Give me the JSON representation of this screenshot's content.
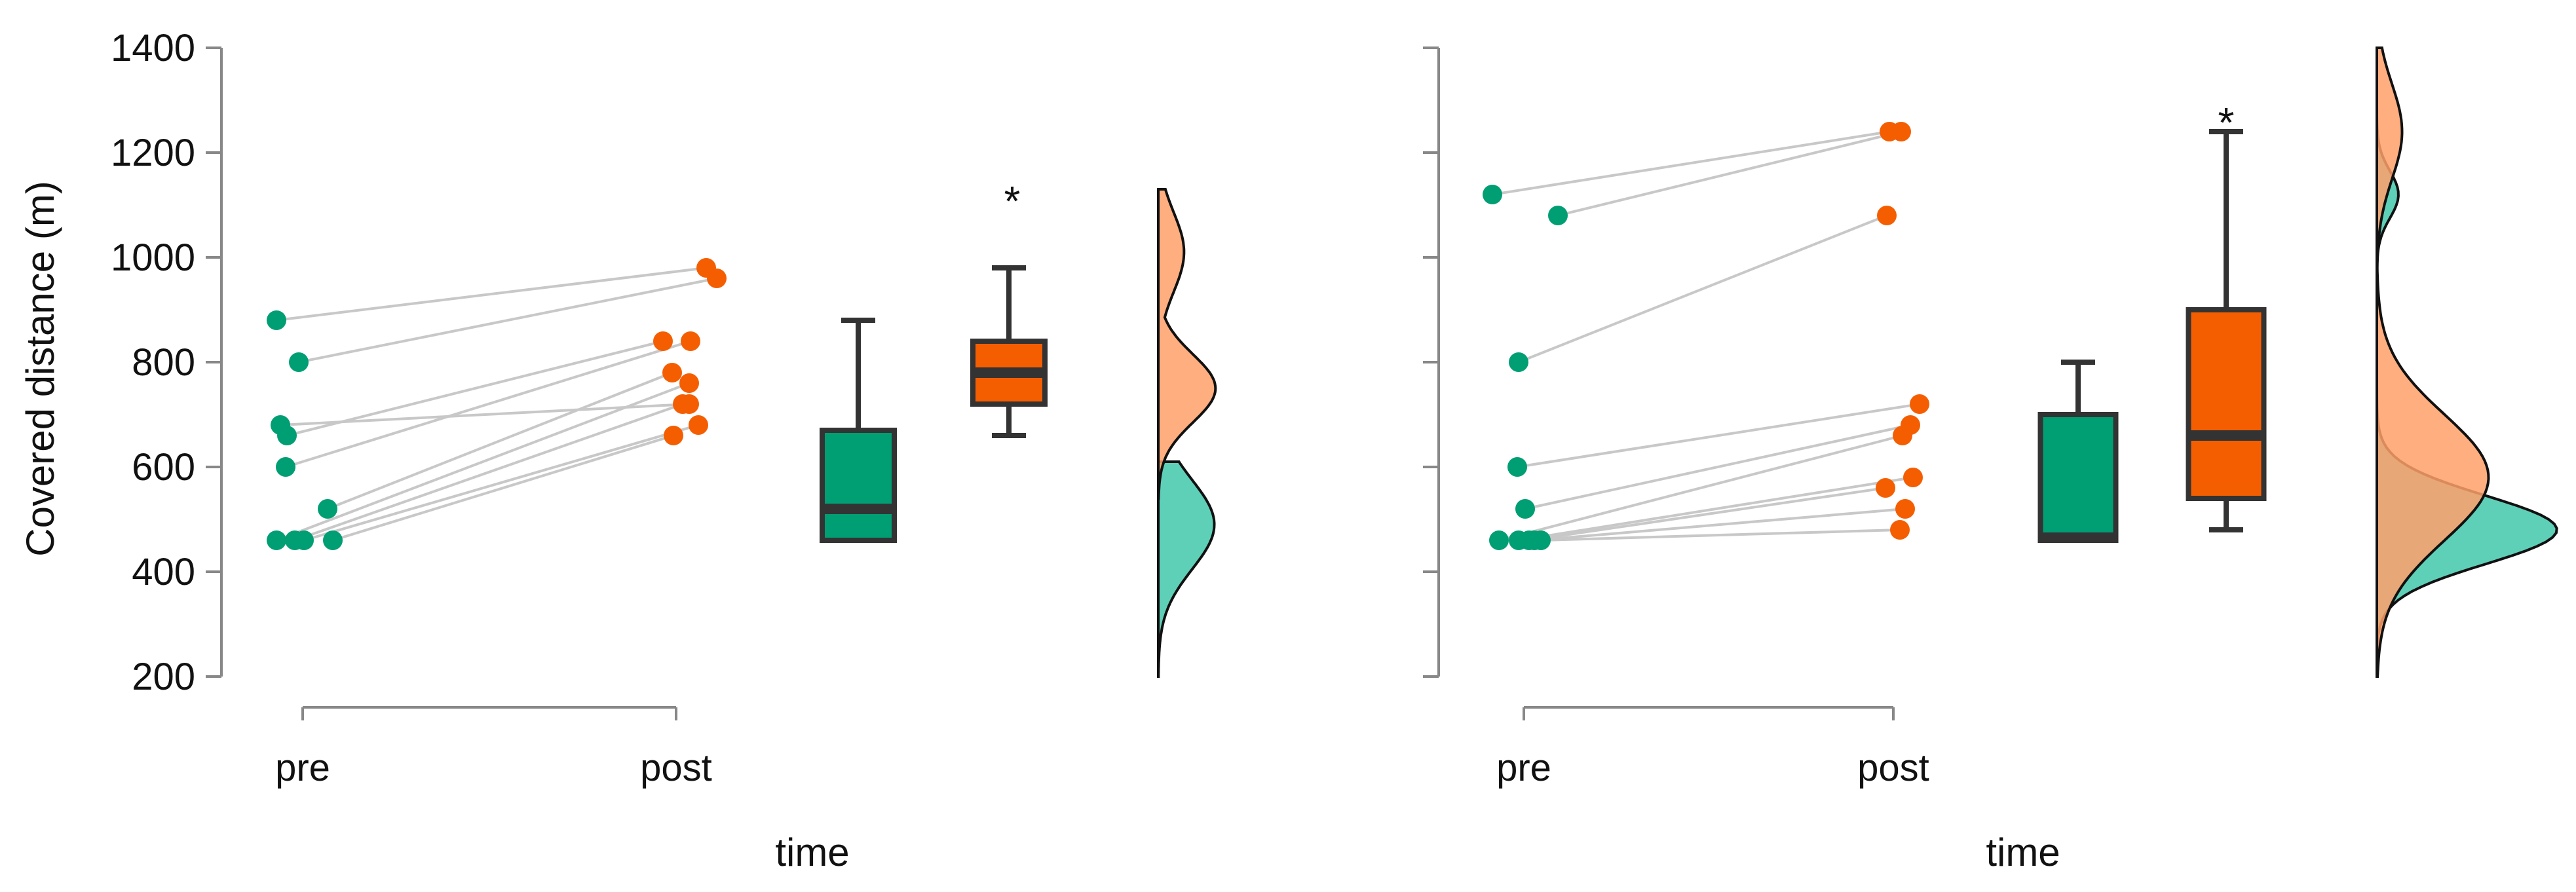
{
  "chart_data": {
    "type": "raincloud",
    "ylabel": "Covered distance (m)",
    "xlabel": "time",
    "ylim": [
      200,
      1400
    ],
    "yticks": [
      200,
      400,
      600,
      800,
      1000,
      1200,
      1400
    ],
    "categories": [
      "pre",
      "post"
    ],
    "colors": {
      "pre": "#009e73",
      "post": "#f55e00",
      "pre_density": "#5fd0b8",
      "post_density": "#ffa06a"
    },
    "significance_marker": "*",
    "panels": [
      {
        "pairs": [
          {
            "pre": 880,
            "post": 980
          },
          {
            "pre": 800,
            "post": 960
          },
          {
            "pre": 680,
            "post": 720
          },
          {
            "pre": 660,
            "post": 840
          },
          {
            "pre": 600,
            "post": 840
          },
          {
            "pre": 520,
            "post": 780
          },
          {
            "pre": 460,
            "post": 760
          },
          {
            "pre": 460,
            "post": 720
          },
          {
            "pre": 460,
            "post": 680
          },
          {
            "pre": 460,
            "post": 660
          }
        ],
        "boxes": {
          "pre": {
            "min": 460,
            "q1": 460,
            "median": 520,
            "q3": 670,
            "max": 880
          },
          "post": {
            "min": 660,
            "q1": 720,
            "median": 780,
            "q3": 840,
            "max": 980
          }
        },
        "star_value": 1130,
        "density": {
          "pre": {
            "low": 200,
            "high": 610,
            "peak": 490
          },
          "post": {
            "low": 540,
            "high": 1130,
            "peak": 750
          }
        }
      },
      {
        "pairs": [
          {
            "pre": 1120,
            "post": 1240
          },
          {
            "pre": 1080,
            "post": 1240
          },
          {
            "pre": 800,
            "post": 1080
          },
          {
            "pre": 600,
            "post": 720
          },
          {
            "pre": 520,
            "post": 680
          },
          {
            "pre": 460,
            "post": 660
          },
          {
            "pre": 460,
            "post": 580
          },
          {
            "pre": 460,
            "post": 560
          },
          {
            "pre": 460,
            "post": 520
          },
          {
            "pre": 460,
            "post": 480
          }
        ],
        "boxes": {
          "pre": {
            "min": 460,
            "q1": 460,
            "median": 465,
            "q3": 700,
            "max": 800
          },
          "post": {
            "min": 480,
            "q1": 540,
            "median": 660,
            "q3": 900,
            "max": 1240
          }
        },
        "star_value": 1280,
        "density": {
          "pre": {
            "low": 200,
            "high": 1400,
            "peak": 480
          },
          "post": {
            "low": 200,
            "high": 1400,
            "peak": 580
          }
        }
      }
    ]
  }
}
